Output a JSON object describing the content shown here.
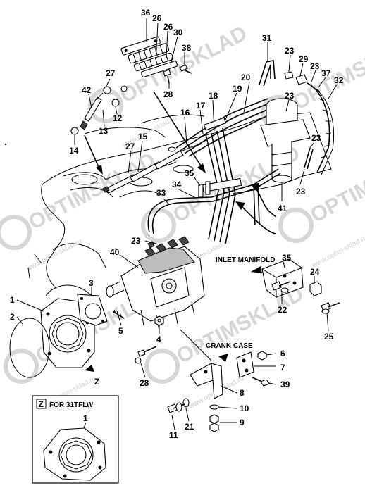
{
  "watermark": {
    "brand": "OPTIMSKLAD",
    "url": "www.optim-sklad.ru"
  },
  "labels": {
    "inlet_manifold": "INLET MANIFOLD",
    "crank_case": "CRANK CASE",
    "z_marker": "Z",
    "view_z_letter": "Z",
    "view_z_title": "FOR 31TFLW",
    "view_z_part": "1"
  },
  "callouts": [
    "36",
    "26",
    "26",
    "30",
    "38",
    "28",
    "27",
    "42",
    "13",
    "12",
    "14",
    "15",
    "27",
    "16",
    "17",
    "18",
    "19",
    "20",
    "31",
    "23",
    "29",
    "23",
    "37",
    "32",
    "23",
    "23",
    "23",
    "35",
    "33",
    "34",
    "41",
    "23",
    "40",
    "35",
    "24",
    "22",
    "25",
    "3",
    "1",
    "2",
    "5",
    "4",
    "28",
    "6",
    "7",
    "39",
    "8",
    "10",
    "9",
    "21",
    "11"
  ]
}
